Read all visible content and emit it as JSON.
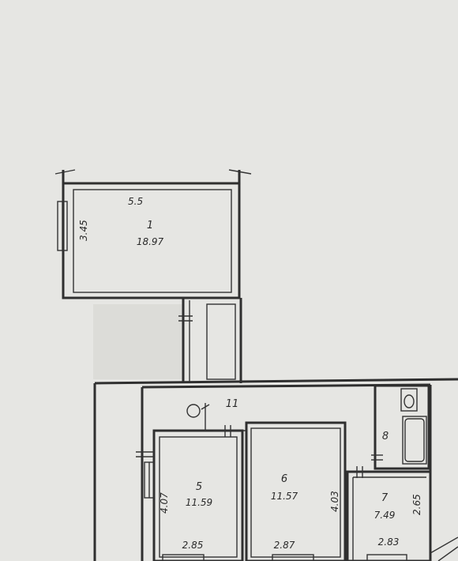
{
  "rooms": [
    {
      "num": "1",
      "area": "18.97",
      "width": "5.5",
      "height": "3.45"
    },
    {
      "num": "5",
      "area": "11.59",
      "height": "4.07",
      "width": "2.85"
    },
    {
      "num": "6",
      "area": "11.57",
      "height": "4.03",
      "width": "2.87"
    },
    {
      "num": "7",
      "area": "7.49",
      "height": "2.65",
      "width": "2.83"
    },
    {
      "num": "8"
    },
    {
      "num": "11"
    }
  ]
}
